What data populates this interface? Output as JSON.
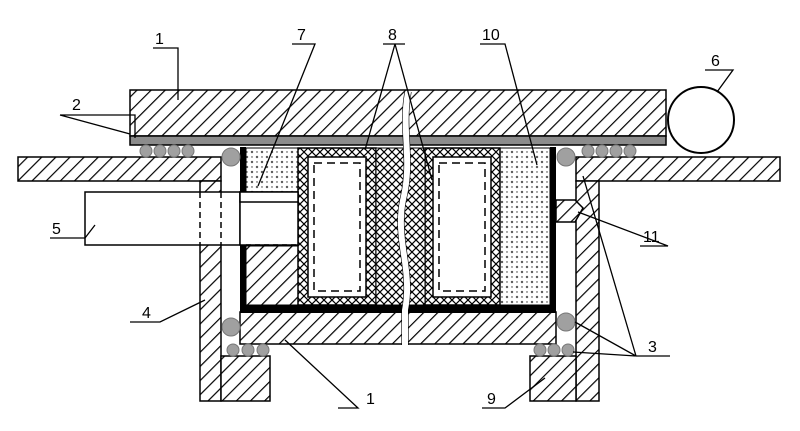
{
  "labels": {
    "1": "1",
    "2": "2",
    "3": "3",
    "4": "4",
    "5": "5",
    "6": "6",
    "7": "7",
    "8": "8",
    "9": "9",
    "10": "10",
    "11": "11",
    "1b": "1"
  },
  "colors": {
    "line": "#000000",
    "ball": "#a0a0a0",
    "plate": "#8c8c8c",
    "background": "#ffffff"
  }
}
